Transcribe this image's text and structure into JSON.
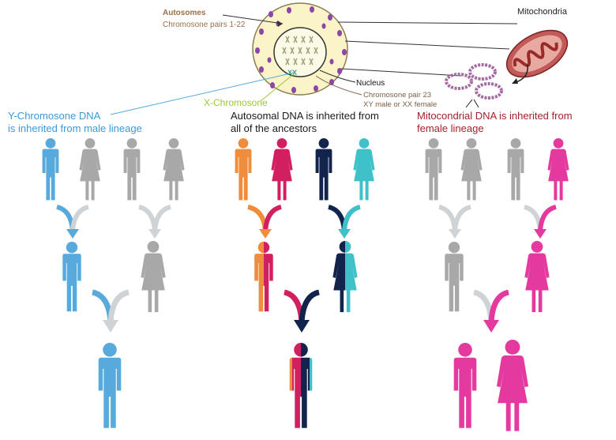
{
  "labels": {
    "autosomes_title": "Autosomes",
    "autosomes_sub": "Chromosone pairs 1-22",
    "mitochondria": "Mitochondria",
    "nucleus": "Nucleus",
    "pair23_line1": "Chromosone pair 23",
    "pair23_line2": "XY male or XX female",
    "x_chromosome": "X-Chromosone",
    "xx_mark": "XX",
    "y_line1": "Y-Chromosone DNA",
    "y_line2": "is inherited from male lineage",
    "a_line1": "Autosomal DNA is inherited from",
    "a_line2": "all of the ancestors",
    "m_line1": "Mitocondrial DNA is inherited from",
    "m_line2": "female lineage"
  },
  "colors": {
    "blue": "#58a9dc",
    "gray": "#a8a8a8",
    "orange": "#ef8d3c",
    "crimson": "#d21f5f",
    "navy": "#12244c",
    "teal": "#3fc1c9",
    "magenta": "#e43a9f",
    "light_arrow": "#cfd3d6"
  },
  "icons": [
    "male-figure-icon",
    "female-figure-icon",
    "arrow-icon",
    "cell-icon",
    "mitochondrion-icon",
    "mtdna-ring-icon"
  ]
}
